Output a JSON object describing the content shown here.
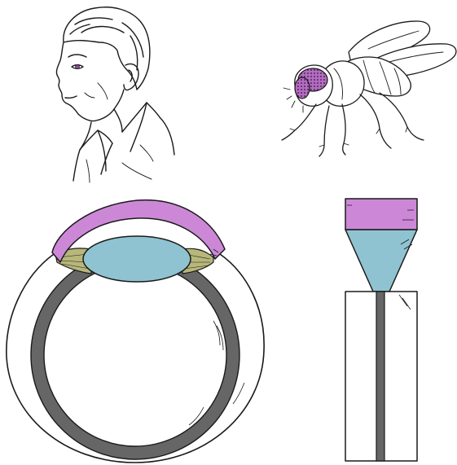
{
  "figure": {
    "panels": [
      {
        "id": "human-portrait",
        "kind": "illustration"
      },
      {
        "id": "fly",
        "kind": "illustration"
      },
      {
        "id": "camera-eye-section",
        "kind": "diagram"
      },
      {
        "id": "ommatidium-section",
        "kind": "diagram"
      }
    ],
    "colors": {
      "cornea": "#cc88d6",
      "lens": "#8fc3d1",
      "ciliary": "#b7b77a",
      "retina": "#666666",
      "fly_eye": "#9a4aa8",
      "ink": "#1a1a1a",
      "paper": "#ffffff"
    }
  }
}
